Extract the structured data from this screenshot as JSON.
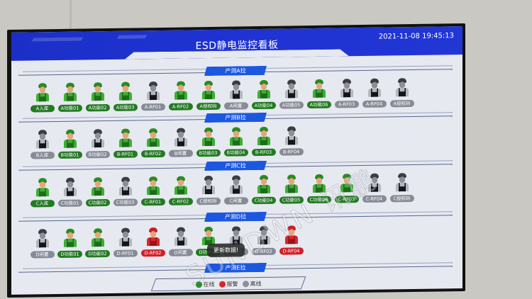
{
  "header": {
    "title": "ESD静电监控看板",
    "datetime": "2021-11-08 19:45:13",
    "color": "#1f33d2"
  },
  "status_colors": {
    "online": "#2e8b2a",
    "alarm": "#d42a2a",
    "offline": "#8a8f99"
  },
  "sections": [
    {
      "label": "产测A拉",
      "workers": [
        {
          "name": "A入库",
          "status": "online"
        },
        {
          "name": "A功能01",
          "status": "online"
        },
        {
          "name": "A功能02",
          "status": "online"
        },
        {
          "name": "A功能03",
          "status": "online"
        },
        {
          "name": "A-RF01",
          "status": "offline"
        },
        {
          "name": "A-RF02",
          "status": "online"
        },
        {
          "name": "A授权码",
          "status": "online"
        },
        {
          "name": "A闲置",
          "status": "offline"
        },
        {
          "name": "A功能04",
          "status": "online"
        },
        {
          "name": "A功能05",
          "status": "offline"
        },
        {
          "name": "A功能06",
          "status": "online"
        },
        {
          "name": "A-RF03",
          "status": "offline"
        },
        {
          "name": "A-RF04",
          "status": "offline"
        },
        {
          "name": "A授权码",
          "status": "offline"
        }
      ]
    },
    {
      "label": "产测B拉",
      "workers": [
        {
          "name": "B入库",
          "status": "offline"
        },
        {
          "name": "B功能01",
          "status": "online"
        },
        {
          "name": "B功能02",
          "status": "offline"
        },
        {
          "name": "B-RF01",
          "status": "online"
        },
        {
          "name": "B-RF02",
          "status": "online"
        },
        {
          "name": "B闲置",
          "status": "offline"
        },
        {
          "name": "B功能03",
          "status": "online"
        },
        {
          "name": "B功能04",
          "status": "online"
        },
        {
          "name": "B-RF03",
          "status": "online"
        },
        {
          "name": "B-RF04",
          "status": "offline"
        }
      ]
    },
    {
      "label": "产测C拉",
      "workers": [
        {
          "name": "C入库",
          "status": "online"
        },
        {
          "name": "C功能01",
          "status": "offline"
        },
        {
          "name": "C功能02",
          "status": "online"
        },
        {
          "name": "C功能03",
          "status": "offline"
        },
        {
          "name": "C-RF01",
          "status": "online"
        },
        {
          "name": "C-RF02",
          "status": "online"
        },
        {
          "name": "C授权码",
          "status": "offline"
        },
        {
          "name": "C闲置",
          "status": "offline"
        },
        {
          "name": "C功能04",
          "status": "online"
        },
        {
          "name": "C功能05",
          "status": "online"
        },
        {
          "name": "C功能06",
          "status": "online"
        },
        {
          "name": "C-RF03",
          "status": "online"
        },
        {
          "name": "C-RF04",
          "status": "offline"
        },
        {
          "name": "C授权码",
          "status": "offline"
        }
      ]
    },
    {
      "label": "产测D拉",
      "workers": [
        {
          "name": "D闲置",
          "status": "offline"
        },
        {
          "name": "D功能01",
          "status": "online"
        },
        {
          "name": "D功能02",
          "status": "online"
        },
        {
          "name": "D-RF01",
          "status": "offline"
        },
        {
          "name": "D-RF02",
          "status": "alarm"
        },
        {
          "name": "D闲置",
          "status": "offline"
        },
        {
          "name": "D功能03",
          "status": "online"
        },
        {
          "name": "D功能04",
          "status": "offline"
        },
        {
          "name": "D-RF03",
          "status": "offline"
        },
        {
          "name": "D-RF04",
          "status": "alarm"
        }
      ]
    },
    {
      "label": "产测E拉",
      "workers": []
    }
  ],
  "toast": {
    "message": "更新数据!"
  },
  "legend": [
    {
      "label": "在线",
      "status": "online"
    },
    {
      "label": "报警",
      "status": "alarm"
    },
    {
      "label": "离线",
      "status": "offline"
    }
  ],
  "watermark": "SUNDWN 讯鹏"
}
